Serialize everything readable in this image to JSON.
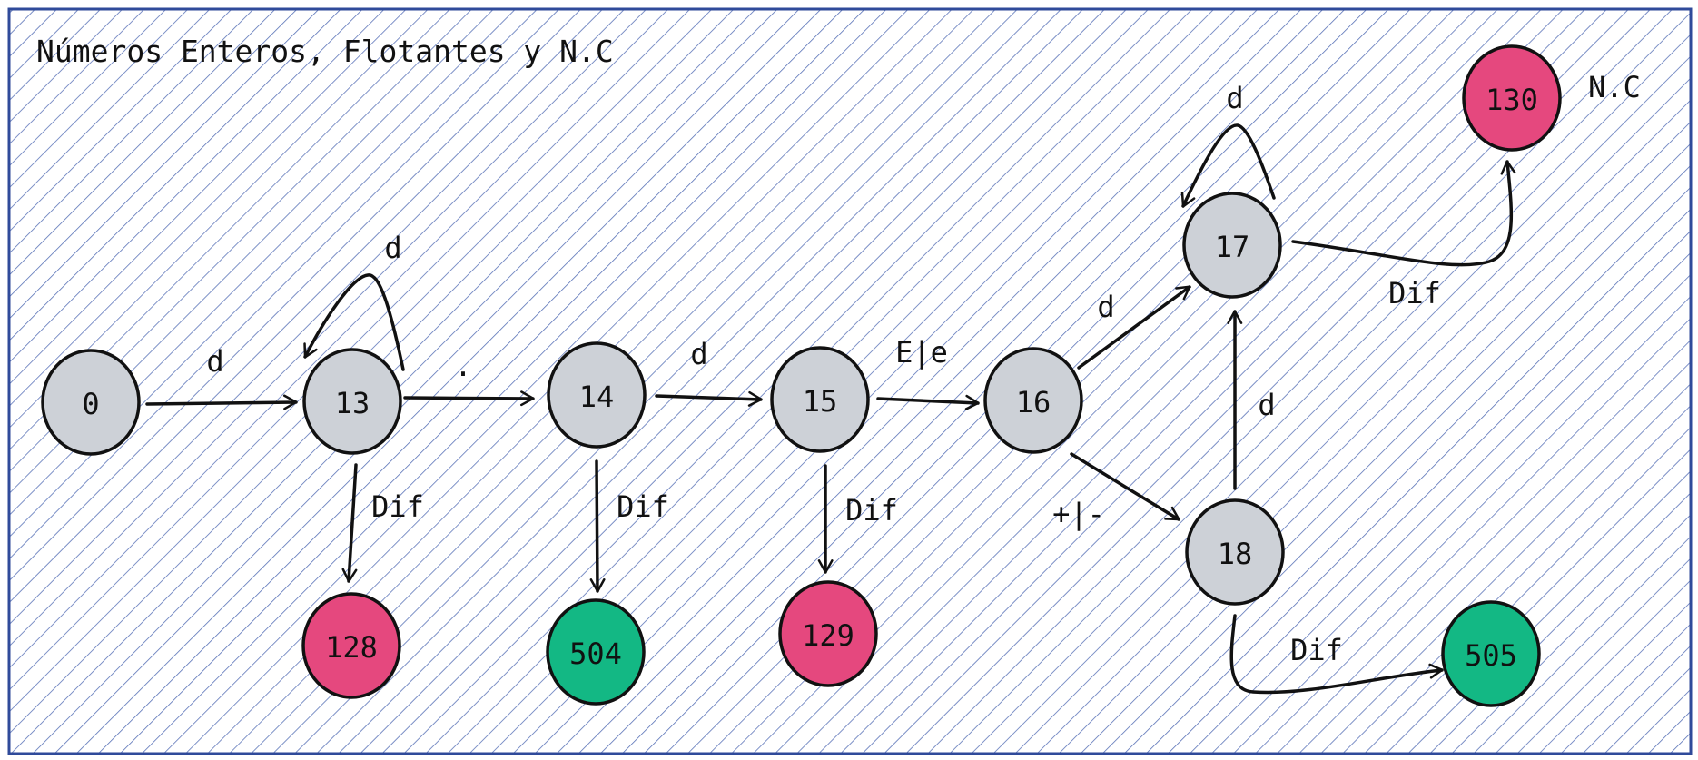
{
  "title": "Números Enteros, Flotantes y N.C",
  "colors": {
    "hatch": "#5b74b8",
    "frame": "#2f4a9a",
    "state": "#cdd1d7",
    "error": "#e5487e",
    "accept": "#13b884",
    "stroke": "#111111"
  },
  "states": [
    {
      "id": "0",
      "kind": "state"
    },
    {
      "id": "13",
      "kind": "state"
    },
    {
      "id": "14",
      "kind": "state"
    },
    {
      "id": "15",
      "kind": "state"
    },
    {
      "id": "16",
      "kind": "state"
    },
    {
      "id": "17",
      "kind": "state"
    },
    {
      "id": "18",
      "kind": "state"
    },
    {
      "id": "128",
      "kind": "error"
    },
    {
      "id": "129",
      "kind": "error"
    },
    {
      "id": "130",
      "kind": "error"
    },
    {
      "id": "504",
      "kind": "accept"
    },
    {
      "id": "505",
      "kind": "accept"
    }
  ],
  "transitions": [
    {
      "from": "0",
      "to": "13",
      "label": "d"
    },
    {
      "from": "13",
      "to": "13",
      "label": "d"
    },
    {
      "from": "13",
      "to": "14",
      "label": "."
    },
    {
      "from": "13",
      "to": "128",
      "label": "Dif"
    },
    {
      "from": "14",
      "to": "15",
      "label": "d"
    },
    {
      "from": "14",
      "to": "504",
      "label": "Dif"
    },
    {
      "from": "15",
      "to": "16",
      "label": "E|e"
    },
    {
      "from": "15",
      "to": "129",
      "label": "Dif"
    },
    {
      "from": "16",
      "to": "17",
      "label": "d"
    },
    {
      "from": "16",
      "to": "18",
      "label": "+|-"
    },
    {
      "from": "18",
      "to": "17",
      "label": "d"
    },
    {
      "from": "17",
      "to": "17",
      "label": "d"
    },
    {
      "from": "17",
      "to": "130",
      "label": "Dif"
    },
    {
      "from": "18",
      "to": "505",
      "label": "Dif"
    }
  ],
  "annotations": [
    {
      "target": "130",
      "text": "N.C"
    }
  ]
}
